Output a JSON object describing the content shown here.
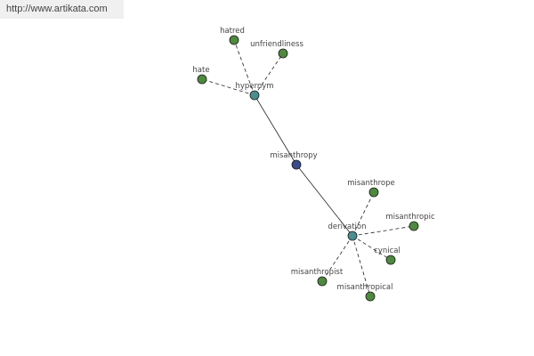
{
  "watermark": {
    "text": "http://www.artikata.com"
  },
  "graph": {
    "center": {
      "id": "misanthropy",
      "label": "misanthropy",
      "color": "#3a4a8c"
    },
    "hubs": [
      {
        "id": "hypernym",
        "label": "hypernym",
        "color": "#4a8f8f"
      },
      {
        "id": "derivation",
        "label": "derivation",
        "color": "#4a8f8f"
      }
    ],
    "leaves": [
      {
        "id": "hatred",
        "label": "hatred",
        "hub": "hypernym",
        "color": "#4e8a3e"
      },
      {
        "id": "unfriendliness",
        "label": "unfriendliness",
        "hub": "hypernym",
        "color": "#4e8a3e"
      },
      {
        "id": "hate",
        "label": "hate",
        "hub": "hypernym",
        "color": "#4e8a3e"
      },
      {
        "id": "misanthrope",
        "label": "misanthrope",
        "hub": "derivation",
        "color": "#4e8a3e"
      },
      {
        "id": "misanthropic",
        "label": "misanthropic",
        "hub": "derivation",
        "color": "#4e8a3e"
      },
      {
        "id": "cynical",
        "label": "cynical",
        "hub": "derivation",
        "color": "#4e8a3e"
      },
      {
        "id": "misanthropist",
        "label": "misanthropist",
        "hub": "derivation",
        "color": "#4e8a3e"
      },
      {
        "id": "misanthropical",
        "label": "misanthropical",
        "hub": "derivation",
        "color": "#4e8a3e"
      }
    ]
  }
}
